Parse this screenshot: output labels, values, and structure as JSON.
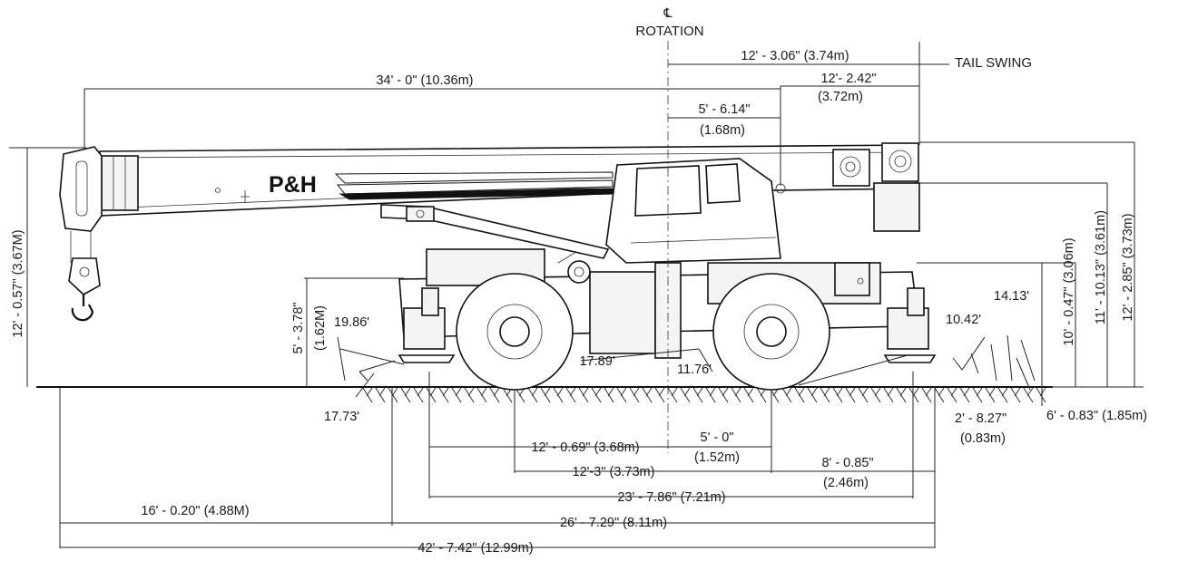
{
  "brand": "P&H",
  "centerline": {
    "symbol": "℄",
    "label": "ROTATION"
  },
  "labels": {
    "tail_swing_title": "TAIL SWING",
    "tail_swing_a": "12' - 3.06\" (3.74m)",
    "tail_swing_b_ft": "12'- 2.42\"",
    "tail_swing_b_m": "(3.72m)",
    "boom_length": "34' - 0\" (10.36m)",
    "cab_offset_ft": "5' - 6.14\"",
    "cab_offset_m": "(1.68m)",
    "left_height": "12' - 0.57\" (3.67M)",
    "ground_clear_ft": "5' - 3.78\"",
    "ground_clear_m": "(1.62M)",
    "angle_left_top": "19.86'",
    "angle_left_bottom": "17.73'",
    "angle_mid_left": "17.89'",
    "angle_mid_right": "11.76'",
    "angle_right_a": "10.42'",
    "angle_right_b": "14.13'",
    "height_a": "10' - 0.47\" (3.06m)",
    "height_b": "11' - 10.13\" (3.61m)",
    "height_c": "12' - 2.85\" (3.73m)",
    "rear_overhang_ft": "2' - 8.27\"",
    "rear_overhang_m": "(0.83m)",
    "rear_width": "6' - 0.83\" (1.85m)",
    "wheelbase_half": "12' - 0.69\" (3.68m)",
    "center_offset_ft": "5' - 0\"",
    "center_offset_m": "(1.52m)",
    "wheelbase": "12'-3\" (3.73m)",
    "rear_to_center_ft": "8' - 0.85\"",
    "rear_to_center_m": "(2.46m)",
    "outrigger_span": "23' - 7.86\" (7.21m)",
    "front_overhang": "16' - 0.20\" (4.88M)",
    "carrier_length": "26' - 7.29\" (8.11m)",
    "overall_length": "42' - 7.42\" (12.99m)"
  }
}
